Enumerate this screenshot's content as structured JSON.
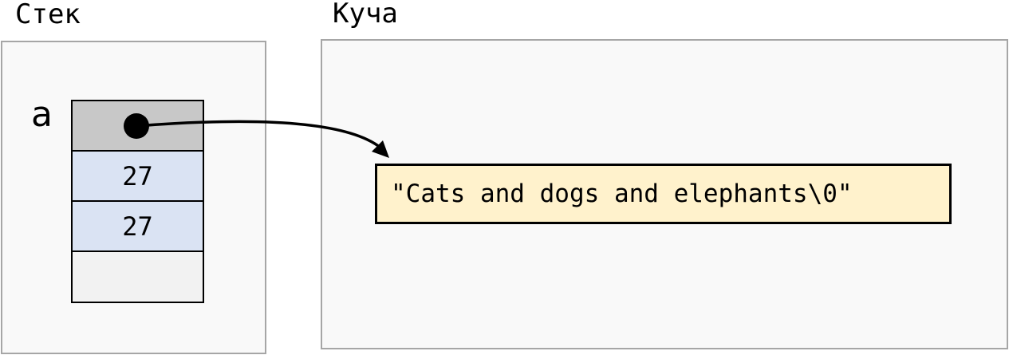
{
  "stack": {
    "title": "Стек",
    "variable_name": "a",
    "cells": [
      {
        "kind": "pointer",
        "value": ""
      },
      {
        "kind": "value",
        "value": "27"
      },
      {
        "kind": "value",
        "value": "27"
      },
      {
        "kind": "empty",
        "value": ""
      }
    ]
  },
  "heap": {
    "title": "Куча",
    "string_value": "\"Cats and dogs and elephants\\0\""
  },
  "colors": {
    "panel_background": "#f9f9f9",
    "panel_border": "#a6a6a6",
    "pointer_cell": "#c8c8c8",
    "value_cell": "#dae3f3",
    "empty_cell": "#f2f2f2",
    "heap_string_fill": "#fff2cc"
  }
}
